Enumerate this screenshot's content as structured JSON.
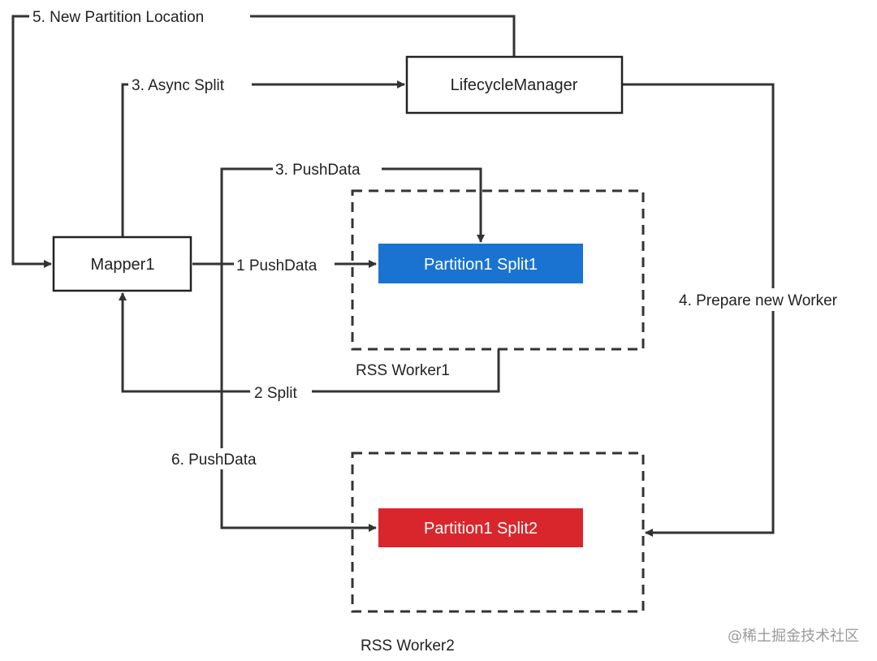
{
  "nodes": {
    "lifecycle_manager": "LifecycleManager",
    "mapper": "Mapper1",
    "partition_split1": "Partition1 Split1",
    "partition_split2": "Partition1 Split2",
    "worker1": "RSS Worker1",
    "worker2": "RSS Worker2"
  },
  "edges": {
    "new_partition_location": "5. New Partition Location",
    "async_split": "3. Async Split",
    "pushdata_3": "3. PushData",
    "pushdata_1": "1 PushData",
    "prepare_new_worker": "4. Prepare new Worker",
    "split_2": "2 Split",
    "pushdata_6": "6. PushData"
  },
  "colors": {
    "split1_fill": "#1a73d1",
    "split2_fill": "#d9262c",
    "line": "#333333"
  },
  "watermark": "@稀土掘金技术社区"
}
